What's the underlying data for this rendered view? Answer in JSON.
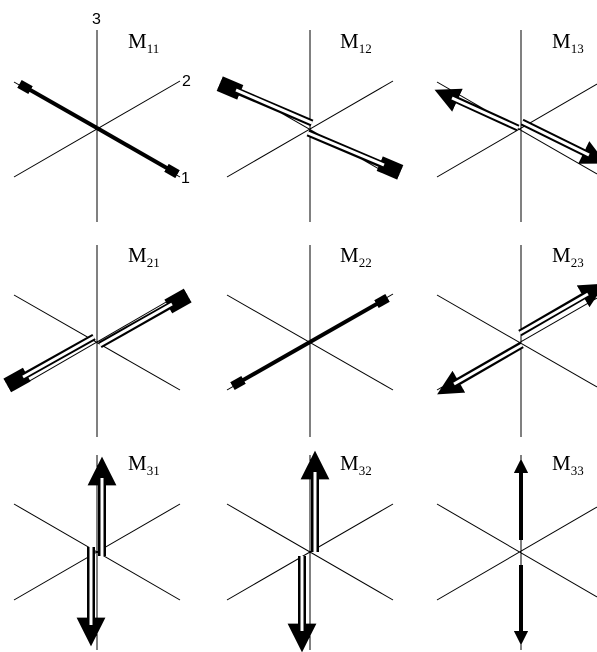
{
  "axis_labels": {
    "axis1": "1",
    "axis2": "2",
    "axis3": "3"
  },
  "panels": [
    {
      "main": "M",
      "sub": "11"
    },
    {
      "main": "M",
      "sub": "12"
    },
    {
      "main": "M",
      "sub": "13"
    },
    {
      "main": "M",
      "sub": "21"
    },
    {
      "main": "M",
      "sub": "22"
    },
    {
      "main": "M",
      "sub": "23"
    },
    {
      "main": "M",
      "sub": "31"
    },
    {
      "main": "M",
      "sub": "32"
    },
    {
      "main": "M",
      "sub": "33"
    }
  ]
}
